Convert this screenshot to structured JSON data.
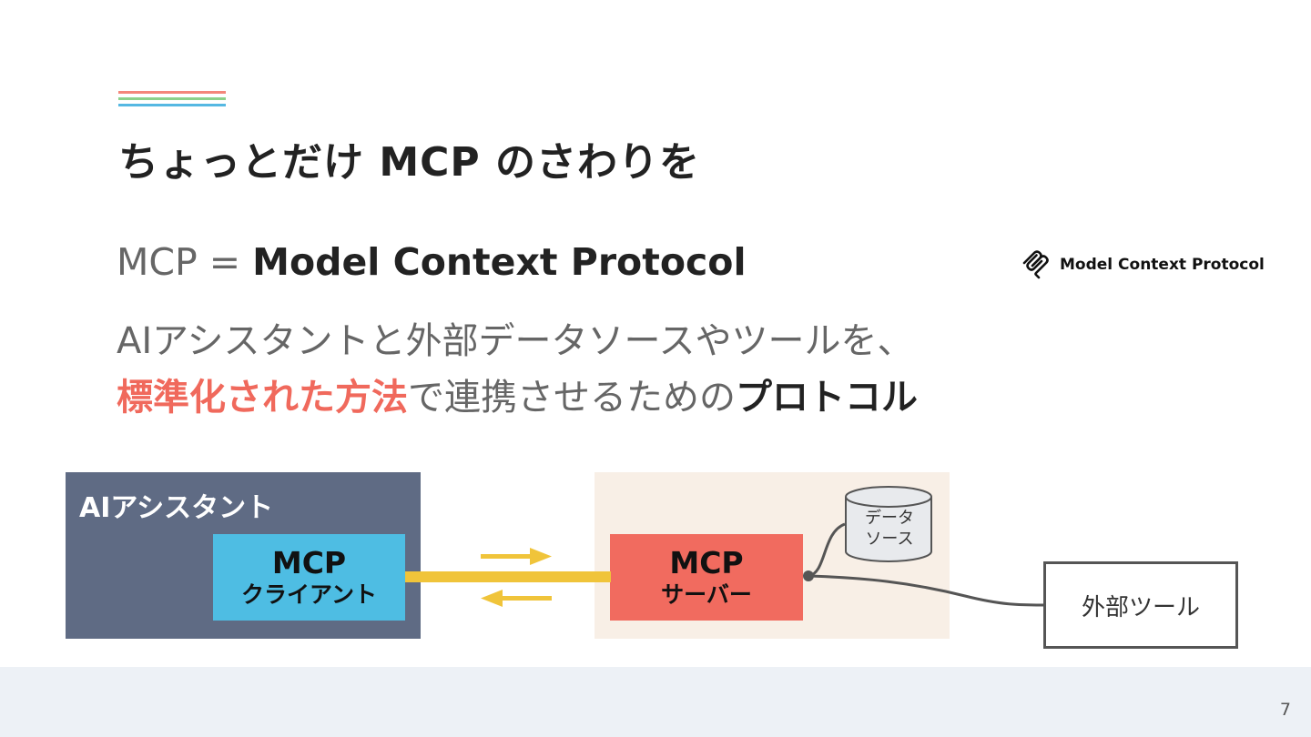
{
  "title": "ちょっとだけ MCP のさわりを",
  "definition": {
    "prefix": "MCP = ",
    "name": "Model Context Protocol"
  },
  "logo": {
    "icon": "mcp-logo-icon",
    "text": "Model Context Protocol"
  },
  "description": {
    "line1": "AIアシスタントと外部データソースやツールを、",
    "line2_highlight": "標準化された方法",
    "line2_middle": "で連携させるための",
    "line2_bold": "プロトコル"
  },
  "diagram": {
    "ai_assistant_label": "AIアシスタント",
    "client_title": "MCP",
    "client_subtitle": "クライアント",
    "server_title": "MCP",
    "server_subtitle": "サーバー",
    "data_source_label": "データ\nソース",
    "external_tool_label": "外部ツール"
  },
  "colors": {
    "accent_red": "#f0695c",
    "client_blue": "#4ebde3",
    "ai_box": "#5f6b84",
    "arrow_yellow": "#f0c43a",
    "server_bg": "#f8efe6"
  },
  "page_number": "7"
}
